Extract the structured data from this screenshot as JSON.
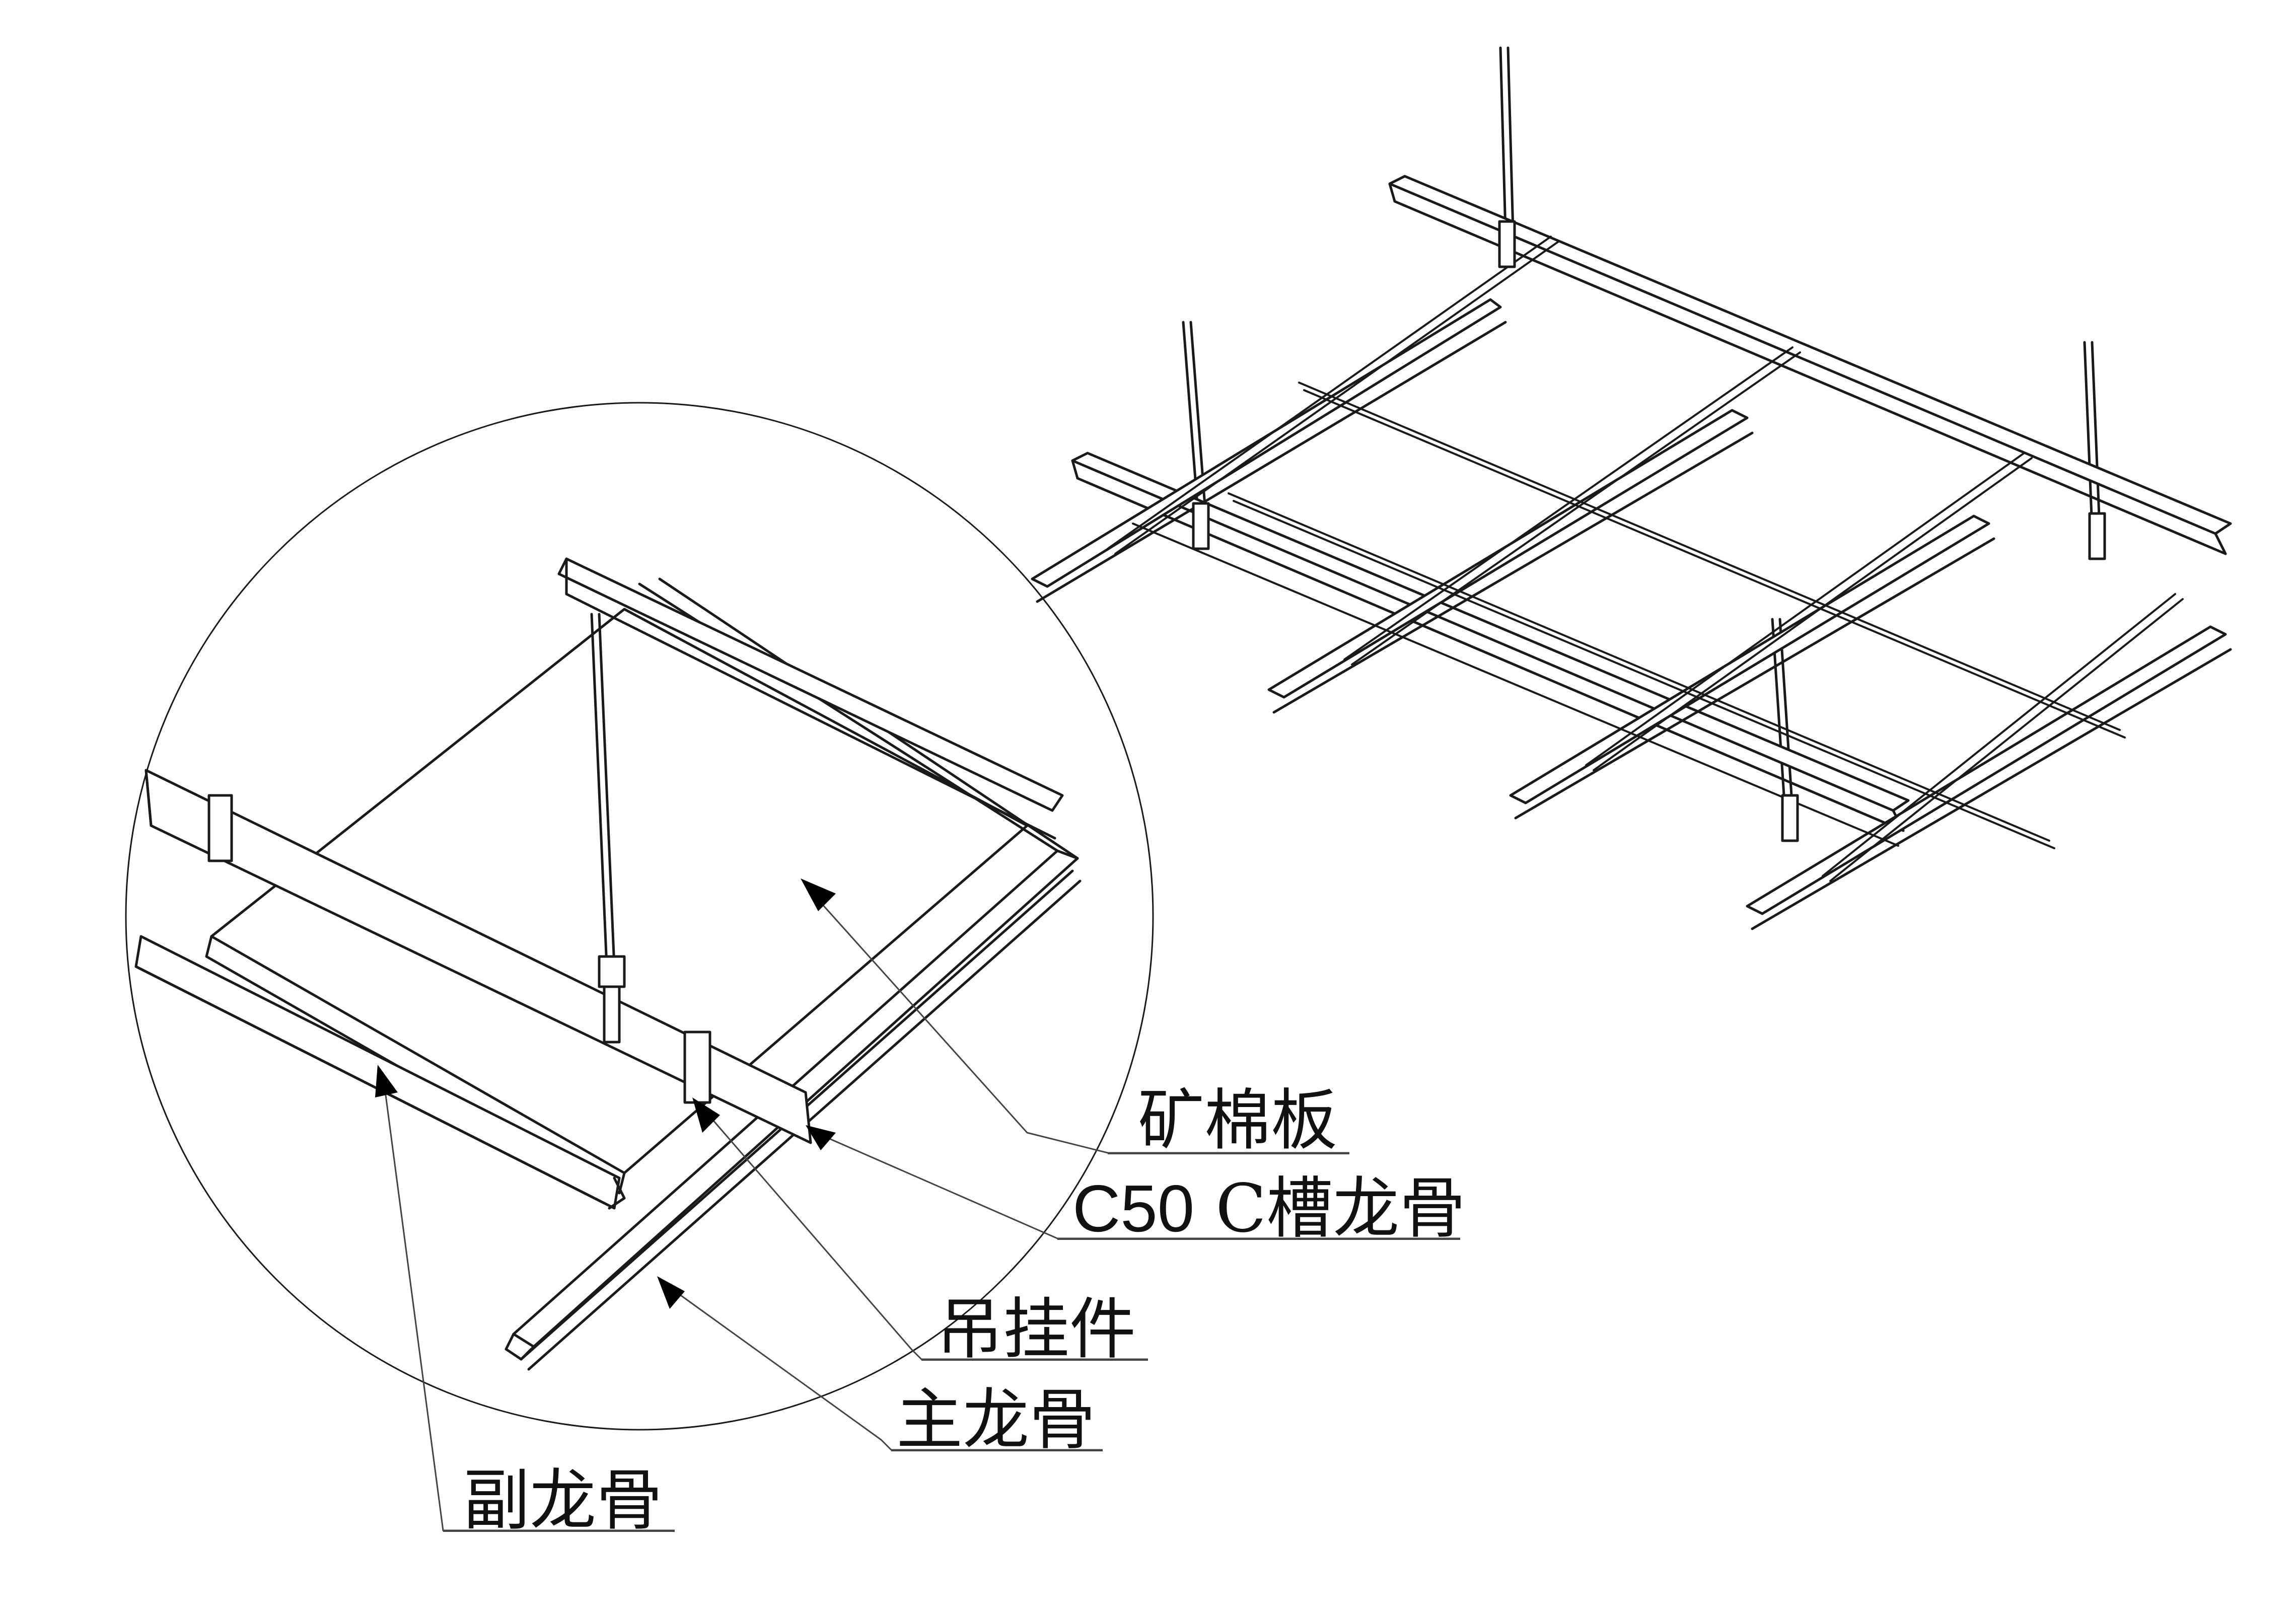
{
  "labels": {
    "ceiling_board": "矿棉板",
    "c_channel_prefix": "C50",
    "c_channel_suffix": "C槽龙骨",
    "hanger": "吊挂件",
    "main_keel": "主龙骨",
    "secondary_keel": "副龙骨"
  },
  "icons": [
    "detail-magnifier-circle",
    "leader-arrow"
  ],
  "colors": {
    "line": "#1a1a1a",
    "leader": "#444444",
    "background": "#ffffff"
  }
}
